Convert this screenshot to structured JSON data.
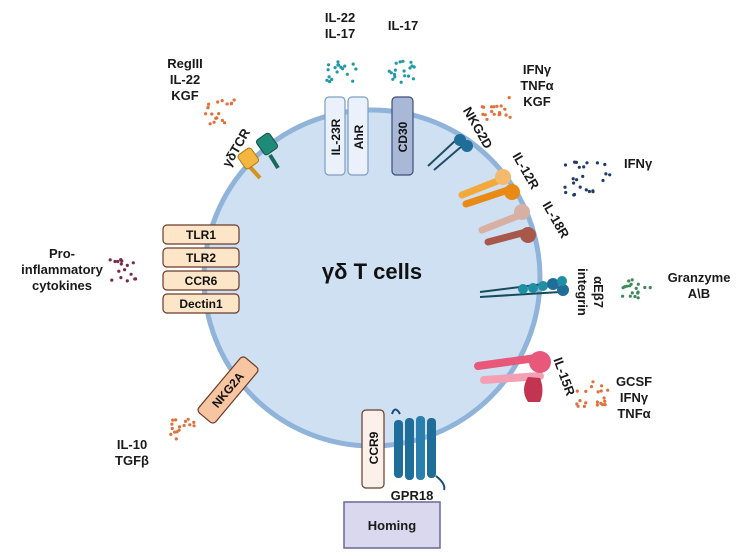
{
  "title": "γδ T cells",
  "colors": {
    "membrane": "#8fb3d9",
    "cell_fill": "#cfe0f2",
    "tlr_box": "#fde6c7",
    "nkg2a_box": "#f7c59f",
    "homing_box": "#d9d8ee",
    "teal": "#1f9aa6",
    "orange_dots": "#e2703a",
    "navy_dots": "#1f3a6b",
    "maroon_dots": "#7a2a45",
    "green_dots": "#3e8a5e",
    "pink_receptor": "#e8587a",
    "tan_receptor": "#c98f7a"
  },
  "receptors": {
    "gdtcr": "γδTCR",
    "il23r": "IL-23R",
    "ahr": "AhR",
    "cd30": "CD30",
    "nkg2d": "NKG2D",
    "il12r": "IL-12R",
    "il18r": "IL-18R",
    "aeb7": "αEβ7\nintegrin",
    "il15r": "IL-15R",
    "ccr9": "CCR9",
    "gpr18": "GPR18",
    "nkg2a": "NKG2A",
    "left_boxes": [
      "TLR1",
      "TLR2",
      "CCR6",
      "Dectin1"
    ]
  },
  "secreted": {
    "gdtcr": "RegIII\nIL-22\nKGF",
    "il23r": "IL-22\nIL-17",
    "cd30": "IL-17",
    "nkg2d": "IFNγ\nTNFα\nKGF",
    "il12r": "IFNγ",
    "aeb7": "Granzyme\nA\\B",
    "il15r": "GCSF\nIFNγ\nTNFα",
    "nkg2a": "IL-10\nTGFβ",
    "left": "Pro-\ninflammatory\ncytokines"
  },
  "homing": "Homing"
}
